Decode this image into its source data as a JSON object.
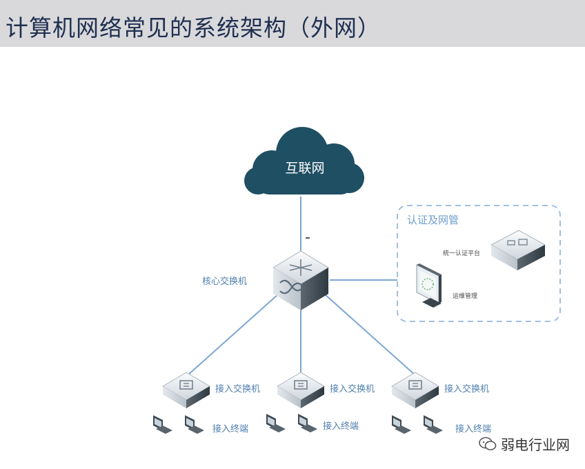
{
  "title": "计算机网络常见的系统架构（外网）",
  "diagram": {
    "internet": "互联网",
    "core_switch": "核心交换机",
    "auth_group": "认证及网管",
    "auth_platform": "统一认证平台",
    "ops_management": "运维管理",
    "access_switches": [
      "接入交换机",
      "接入交换机",
      "接入交换机"
    ],
    "access_terminals": [
      "接入终端",
      "接入终端",
      "接入终端"
    ]
  },
  "watermark": "弱电行业网",
  "colors": {
    "title_bar": "#d9d9dc",
    "title_text": "#1f2f4f",
    "cloud": "#1f4f63",
    "link": "#7aa6d4",
    "label": "#4f7fae",
    "dashed_border": "#9fc0e0"
  }
}
